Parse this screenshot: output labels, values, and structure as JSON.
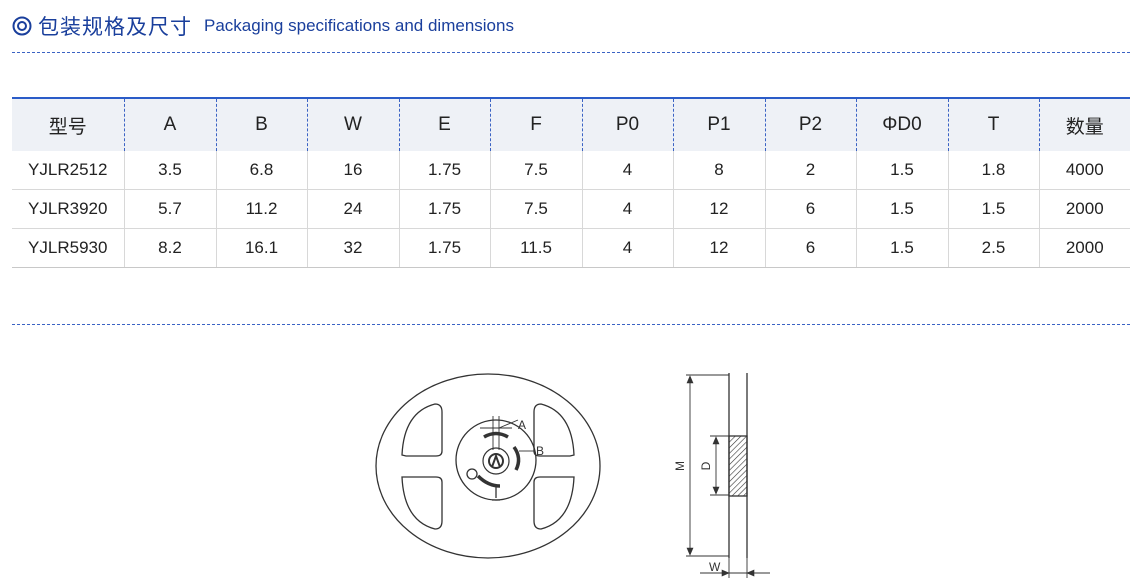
{
  "header": {
    "icon": "double-circle-icon",
    "title_cn": "包装规格及尺寸",
    "title_en": "Packaging specifications and dimensions",
    "accent_color": "#1a3f9c",
    "rule_color": "#3b63c4"
  },
  "table": {
    "columns": [
      "型号",
      "A",
      "B",
      "W",
      "E",
      "F",
      "P0",
      "P1",
      "P2",
      "ΦD0",
      "T",
      "数量"
    ],
    "rows": [
      [
        "YJLR2512",
        "3.5",
        "6.8",
        "16",
        "1.75",
        "7.5",
        "4",
        "8",
        "2",
        "1.5",
        "1.8",
        "4000"
      ],
      [
        "YJLR3920",
        "5.7",
        "11.2",
        "24",
        "1.75",
        "7.5",
        "4",
        "12",
        "6",
        "1.5",
        "1.5",
        "2000"
      ],
      [
        "YJLR5930",
        "8.2",
        "16.1",
        "32",
        "1.75",
        "11.5",
        "4",
        "12",
        "6",
        "1.5",
        "2.5",
        "2000"
      ]
    ],
    "header_bg": "#eef1f6",
    "header_border_color": "#2b5cc8"
  },
  "diagram": {
    "reel_labels": {
      "a": "A",
      "b": "B"
    },
    "side_labels": {
      "m": "M",
      "d": "D",
      "w": "W"
    }
  }
}
